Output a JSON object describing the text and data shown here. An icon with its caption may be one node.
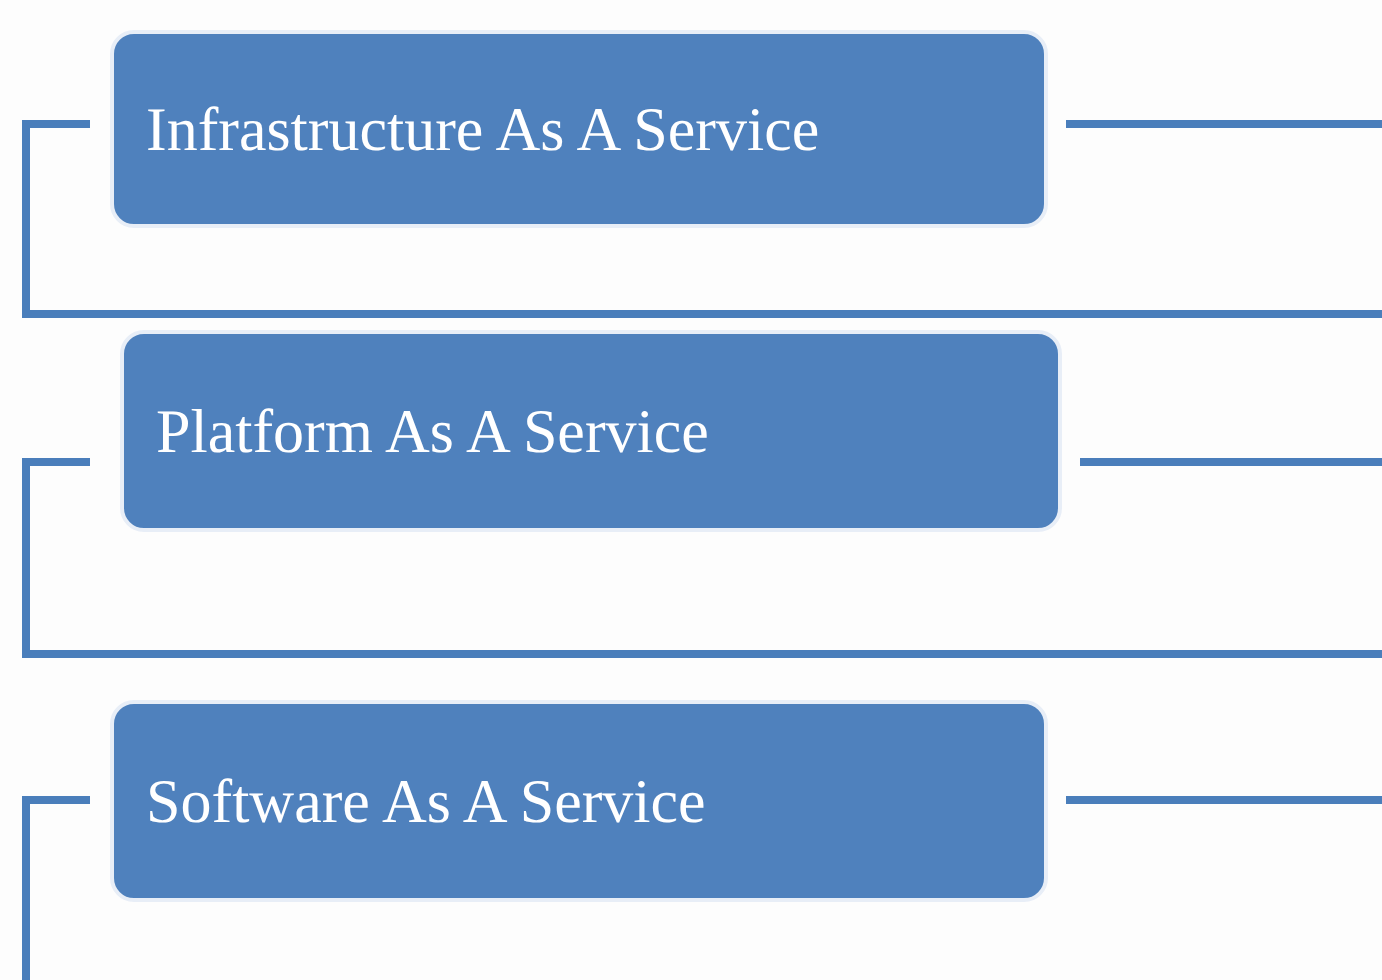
{
  "diagram": {
    "nodes": [
      {
        "text": [
          "Infrastructure As A Service"
        ]
      },
      {
        "text": [
          "Platform As A Service"
        ]
      },
      {
        "text": [
          "Software As A Service"
        ]
      }
    ]
  }
}
